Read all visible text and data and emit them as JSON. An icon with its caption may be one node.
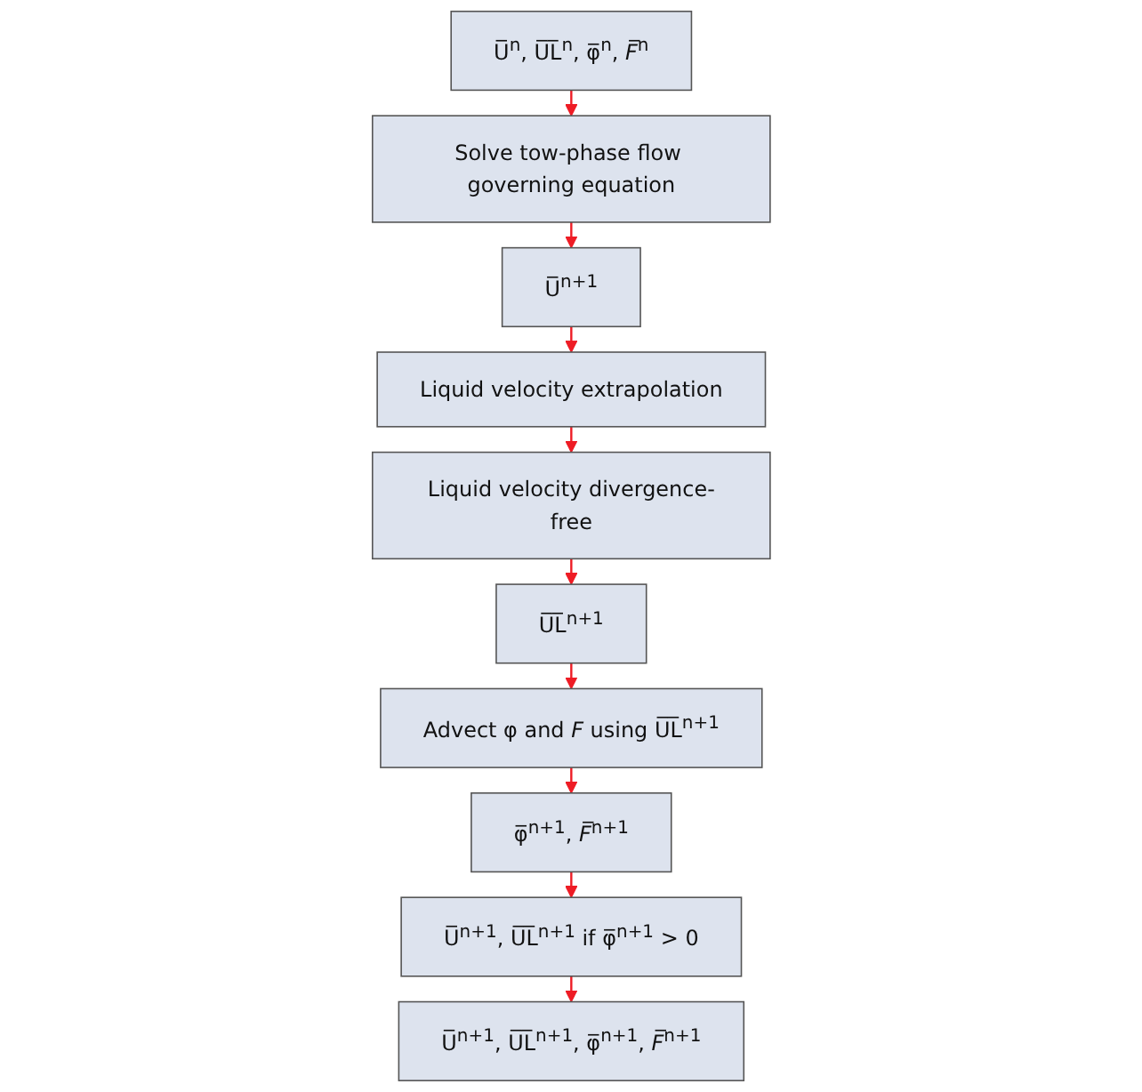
{
  "diagram": {
    "nodes": [
      {
        "text": [
          "U̅$^{n}$, U̅L̅$^{n}$, φ̅$^{n}$, *F̅*$^{n}$"
        ]
      },
      {
        "text": [
          "Solve tow-phase flow governing equation"
        ]
      },
      {
        "text": [
          "U̅$^{n+1}$"
        ]
      },
      {
        "text": [
          "Liquid velocity extrapolation"
        ]
      },
      {
        "text": [
          "Liquid velocity divergence-free"
        ]
      },
      {
        "text": [
          "U̅L̅$^{n+1}$"
        ]
      },
      {
        "text": [
          "Advect φ and *F* using U̅L̅$^{n+1}$"
        ]
      },
      {
        "text": [
          "φ̅$^{n+1}$, *F̅*$^{n+1}$"
        ]
      },
      {
        "text": [
          "U̅$^{n+1}$, U̅L̅$^{n+1}$ if φ̅$^{n+1}$ > 0"
        ]
      },
      {
        "text": [
          "U̅$^{n+1}$, U̅L̅$^{n+1}$, φ̅$^{n+1}$, *F̅*$^{n+1}$"
        ]
      }
    ],
    "edges": [
      {
        "from": 0,
        "to": 1,
        "arrow": "to"
      },
      {
        "from": 1,
        "to": 2,
        "arrow": "to"
      },
      {
        "from": 2,
        "to": 3,
        "arrow": "to"
      },
      {
        "from": 3,
        "to": 4,
        "arrow": "to"
      },
      {
        "from": 4,
        "to": 5,
        "arrow": "to"
      },
      {
        "from": 5,
        "to": 6,
        "arrow": "to"
      },
      {
        "from": 6,
        "to": 7,
        "arrow": "to"
      },
      {
        "from": 7,
        "to": 8,
        "arrow": "to"
      },
      {
        "from": 8,
        "to": 9,
        "arrow": "to"
      }
    ]
  }
}
